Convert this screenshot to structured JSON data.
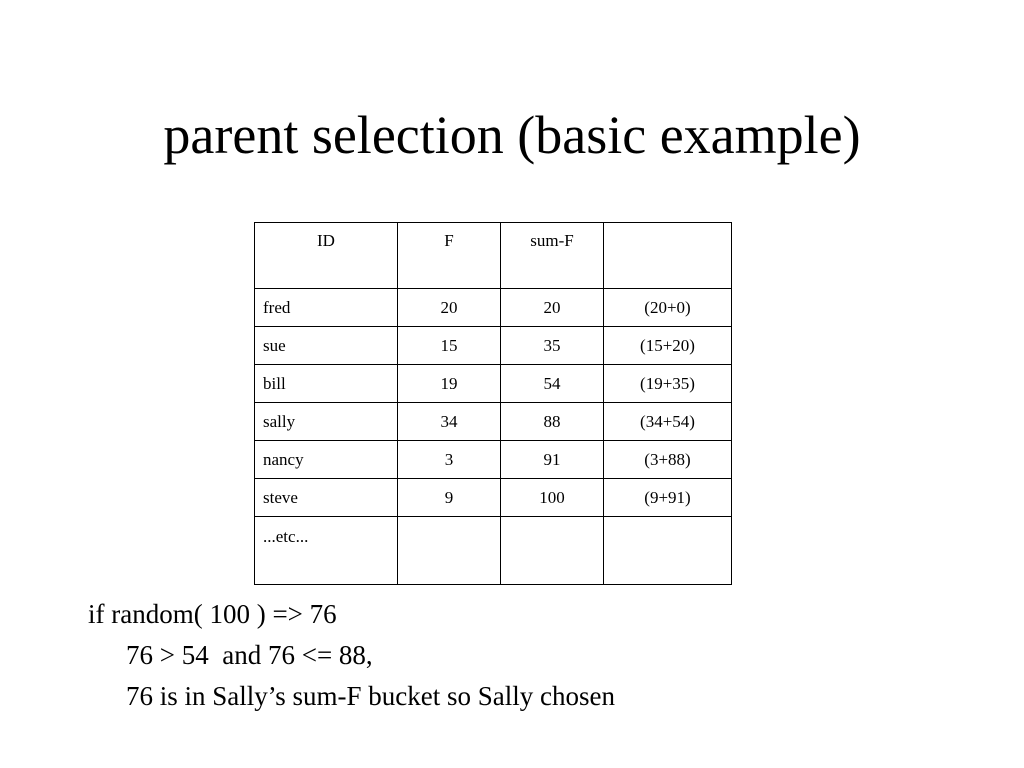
{
  "title": "parent selection (basic example)",
  "table": {
    "headers": [
      "ID",
      "F",
      "sum-F",
      ""
    ],
    "rows": [
      [
        "fred",
        "20",
        "20",
        "(20+0)"
      ],
      [
        "sue",
        "15",
        "35",
        "(15+20)"
      ],
      [
        "bill",
        "19",
        "54",
        "(19+35)"
      ],
      [
        "sally",
        "34",
        "88",
        "(34+54)"
      ],
      [
        "nancy",
        "3",
        "91",
        "(3+88)"
      ],
      [
        "steve",
        "9",
        "100",
        "(9+91)"
      ],
      [
        "...etc...",
        "",
        "",
        ""
      ]
    ]
  },
  "caption": {
    "line1": "if random( 100 ) => 76",
    "line2": "76 > 54  and 76 <= 88,",
    "line3": "76 is in Sally’s sum-F bucket so Sally chosen"
  }
}
